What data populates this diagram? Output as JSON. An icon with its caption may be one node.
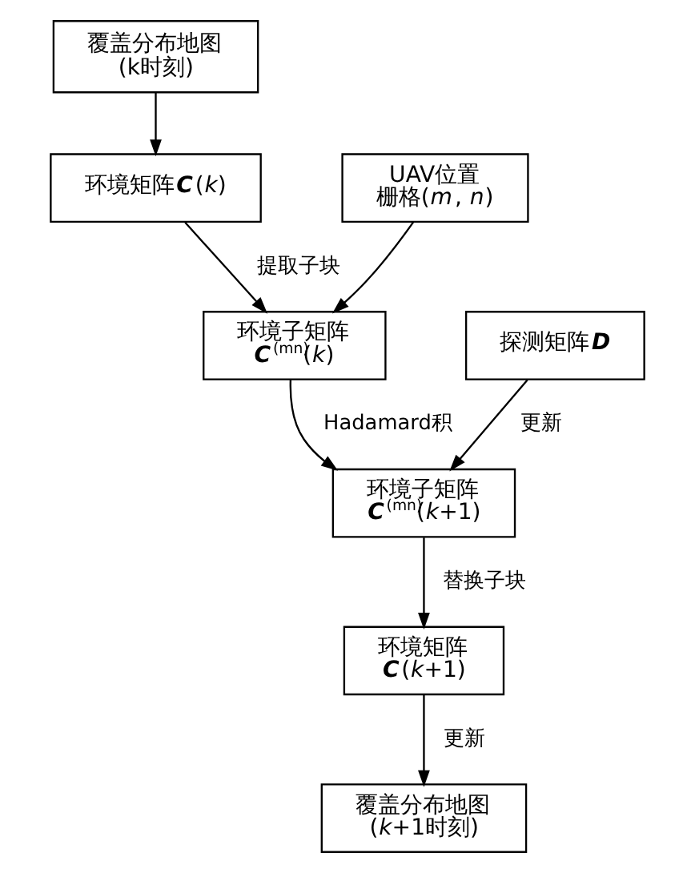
{
  "diagram": {
    "nodes": [
      {
        "text": [
          "覆盖分布地图(k时刻)"
        ]
      },
      {
        "text": [
          "环境矩阵**C**(*k*)"
        ]
      },
      {
        "text": [
          "UAV位置栅格(*m*, *n*)"
        ]
      },
      {
        "text": [
          "环境子矩阵**C**$^{(mn)}$(*k*)"
        ]
      },
      {
        "text": [
          "探测矩阵**D**"
        ]
      },
      {
        "text": [
          "环境子矩阵**C**$^{(mn)}$(*k*+1)"
        ]
      },
      {
        "text": [
          "环境矩阵**C**(*k*+1)"
        ]
      },
      {
        "text": [
          "覆盖分布地图(*k*+1时刻)"
        ]
      }
    ],
    "edges": [
      {
        "from": 0,
        "to": 1,
        "arrow": "to"
      },
      {
        "from": 1,
        "to": 3,
        "arrow": "to",
        "label": "提取子块"
      },
      {
        "from": 2,
        "to": 3,
        "arrow": "to"
      },
      {
        "from": 3,
        "to": 5,
        "arrow": "to",
        "label": "Hadamard积"
      },
      {
        "from": 4,
        "to": 5,
        "arrow": "to",
        "label": "更新"
      },
      {
        "from": 5,
        "to": 6,
        "arrow": "to",
        "label": "替换子块"
      },
      {
        "from": 6,
        "to": 7,
        "arrow": "to",
        "label": "更新"
      }
    ]
  }
}
